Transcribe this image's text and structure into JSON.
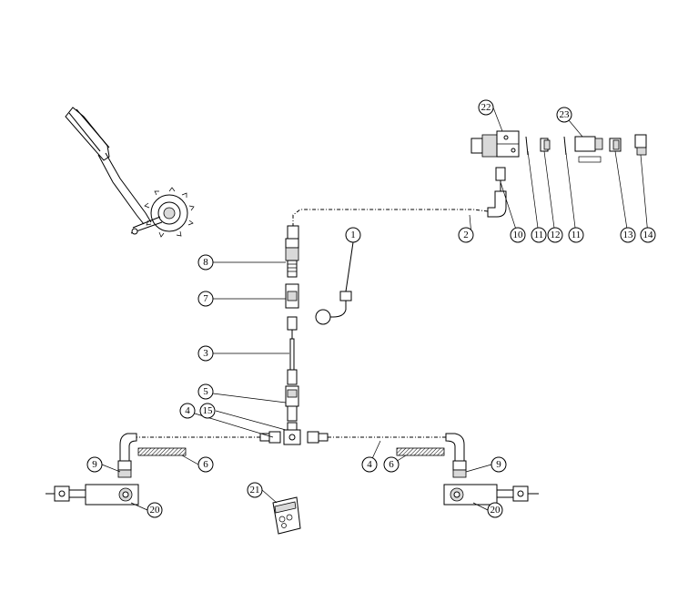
{
  "callouts": [
    {
      "id": "c1",
      "label": "1"
    },
    {
      "id": "c2",
      "label": "2"
    },
    {
      "id": "c3",
      "label": "3"
    },
    {
      "id": "c4a",
      "label": "4"
    },
    {
      "id": "c4b",
      "label": "4"
    },
    {
      "id": "c5",
      "label": "5"
    },
    {
      "id": "c6a",
      "label": "6"
    },
    {
      "id": "c6b",
      "label": "6"
    },
    {
      "id": "c7",
      "label": "7"
    },
    {
      "id": "c8",
      "label": "8"
    },
    {
      "id": "c9a",
      "label": "9"
    },
    {
      "id": "c9b",
      "label": "9"
    },
    {
      "id": "c10",
      "label": "10"
    },
    {
      "id": "c11a",
      "label": "11"
    },
    {
      "id": "c11b",
      "label": "11"
    },
    {
      "id": "c12",
      "label": "12"
    },
    {
      "id": "c13",
      "label": "13"
    },
    {
      "id": "c14",
      "label": "14"
    },
    {
      "id": "c15",
      "label": "15"
    },
    {
      "id": "c20a",
      "label": "20"
    },
    {
      "id": "c20b",
      "label": "20"
    },
    {
      "id": "c21",
      "label": "21"
    },
    {
      "id": "c22",
      "label": "22"
    },
    {
      "id": "c23",
      "label": "23"
    }
  ]
}
